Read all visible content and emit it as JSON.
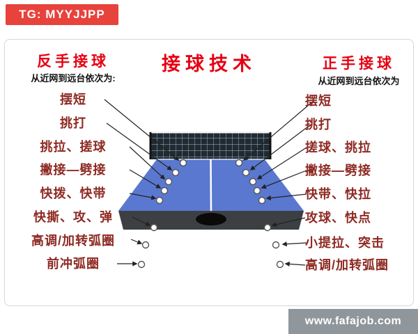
{
  "banner": {
    "text": "TG: MYYJJPP",
    "bg_color": "#e8423c"
  },
  "title": "接球技术",
  "left": {
    "heading": "反手接球",
    "subheading": "从近网到远台依次为:",
    "items": [
      "摆短",
      "挑打",
      "挑拉、搓球",
      "撇接—劈接",
      "快拨、快带",
      "快撕、攻、弹",
      "高调/加转弧圈",
      "前冲弧圈"
    ]
  },
  "right": {
    "heading": "正手接球",
    "subheading": "从近网到远台依次为",
    "items": [
      "摆短",
      "挑打",
      "搓球、挑拉",
      "撇接—劈接",
      "快带、快拉",
      "攻球、快点",
      "小提拉、突击",
      "高调/加转弧圈"
    ]
  },
  "footer": {
    "text": "www.fafajob.com",
    "bg_color": "#8f969c"
  },
  "colors": {
    "accent_red": "#e60012",
    "label_red": "#8e2a23",
    "table_blue": "#5a78cf",
    "net_dark": "#1f2a33",
    "base_gray": "#3c4043"
  }
}
